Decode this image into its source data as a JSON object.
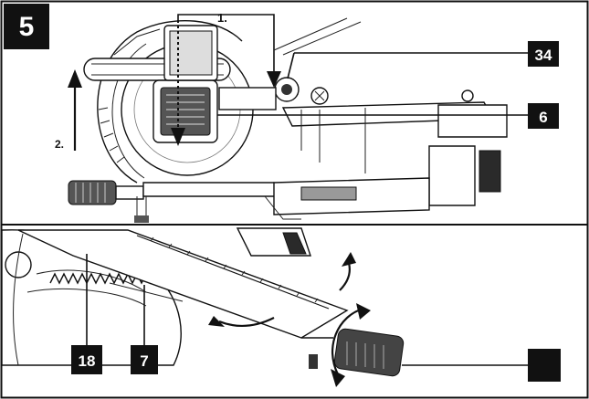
{
  "figure": {
    "step_number": "5",
    "callouts": {
      "c34": "34",
      "c6": "6",
      "c18": "18",
      "c7": "7",
      "blank": ""
    },
    "step_labels": {
      "one": "1.",
      "two": "2."
    }
  }
}
